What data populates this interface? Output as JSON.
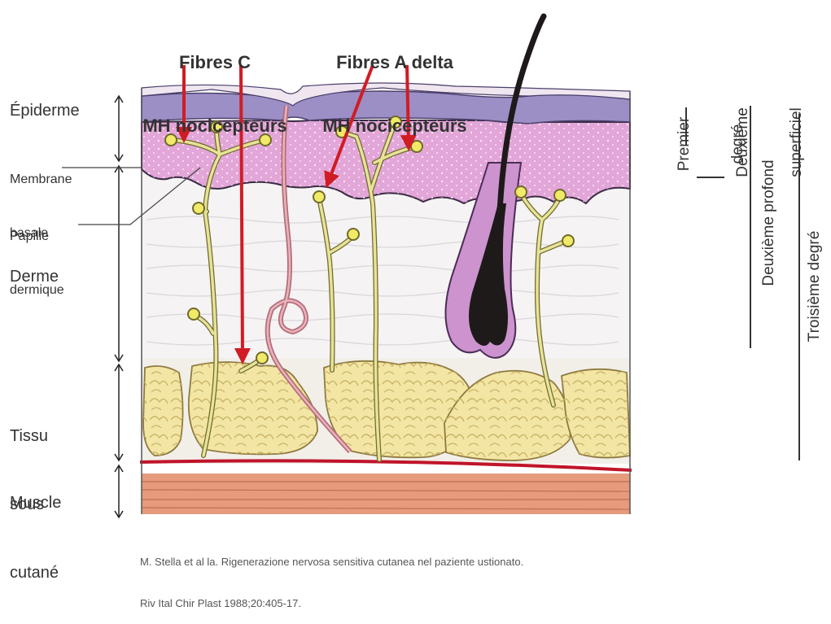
{
  "diagram": {
    "fibers": {
      "c_line1": "Fibres C",
      "c_line2": "MH nocicepteurs",
      "adelta_line1": "Fibres A delta",
      "adelta_line2": "MH nocicepteurs"
    },
    "layers": {
      "epiderme": "Épiderme",
      "membrane_line1": "Membrane",
      "membrane_line2": "basale",
      "papille_line1": "Papille",
      "papille_line2": "dermique",
      "derme": "Derme",
      "tissu_line1": "Tissu",
      "tissu_line2": "sous",
      "tissu_line3": "cutané",
      "muscle": "Muscle"
    },
    "degrees": {
      "premier_line1": "Premier",
      "premier_line2": "degré",
      "deuxieme_sup_line1": "Deuxième",
      "deuxieme_sup_line2": "superficiel",
      "deuxieme_profond": "Deuxième profond",
      "troisieme": "Troisième degré"
    },
    "citation_line1": "M. Stella et al la. Rigenerazione nervosa sensitiva cutanea nel paziente ustionato.",
    "citation_line2": "Riv Ital Chir Plast 1988;20:405-17.",
    "colors": {
      "epidermis_top": "#9c8fc6",
      "epidermis_pink": "#e3a6d8",
      "fat": "#f3e6a4",
      "muscle": "#e59b7c",
      "arrow": "#d01c24",
      "nerve": "#e8e39a",
      "ending": "#f1ea68",
      "hair": "#1e1a1a"
    }
  }
}
